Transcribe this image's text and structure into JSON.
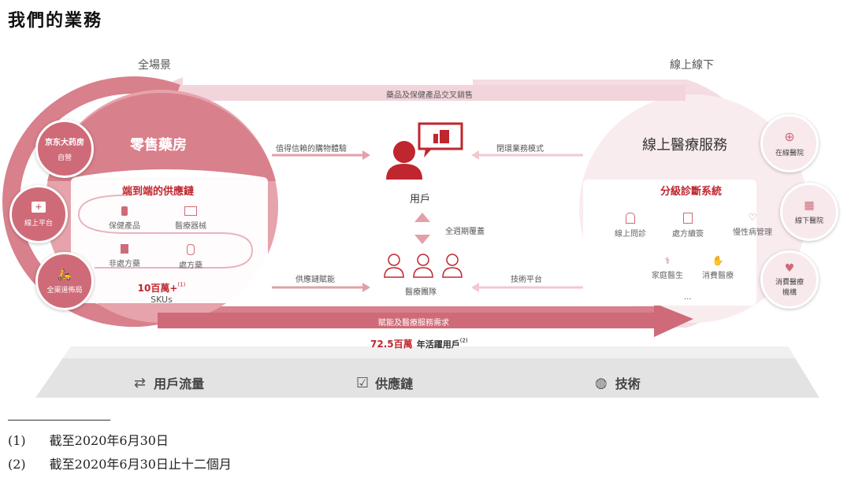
{
  "page": {
    "title": "我們的業務"
  },
  "top": {
    "left_label": "全場景",
    "right_label": "線上線下",
    "top_arrow": "藥品及保健產品交叉銷售"
  },
  "retail": {
    "title": "零售藥房",
    "supply_chain_title": "端到端的供應鏈",
    "items": [
      "保健產品",
      "醫療器械",
      "非處方藥",
      "處方藥"
    ],
    "sku_value": "10百萬+",
    "sku_note": "(1)",
    "sku_unit": "SKUs",
    "circles": [
      {
        "label": "自營",
        "logo": "京东大药房"
      },
      {
        "label": "線上平台"
      },
      {
        "label": "全渠道佈局"
      }
    ]
  },
  "center": {
    "user": "用戶",
    "coverage": "全週期覆蓋",
    "team": "醫療團隊",
    "left_top_arrow": "值得信賴的購物體驗",
    "right_top_arrow": "閉環業務模式",
    "left_bottom_arrow": "供應鏈賦能",
    "right_bottom_arrow": "技術平台",
    "bottom_arrow": "賦能及醫療服務需求",
    "mau_value": "72.5百萬",
    "mau_label": "年活躍用戶",
    "mau_note": "(2)"
  },
  "medical": {
    "title": "線上醫療服務",
    "sub_title": "分級診斷系統",
    "items": [
      "線上問診",
      "處方續簽",
      "慢性病管理",
      "家庭醫生",
      "消費醫療",
      "..."
    ],
    "circles": [
      "在線醫院",
      "線下醫院",
      "消費醫療\n機構"
    ]
  },
  "base": {
    "items": [
      "用戶流量",
      "供應鏈",
      "技術"
    ]
  },
  "footnotes": [
    {
      "mark": "(1)",
      "text": "截至2020年6月30日"
    },
    {
      "mark": "(2)",
      "text": "截至2020年6月30日止十二個月"
    }
  ],
  "colors": {
    "red": "#cf6b78",
    "pink": "#f3d9df",
    "dark_red": "#c0262e"
  }
}
